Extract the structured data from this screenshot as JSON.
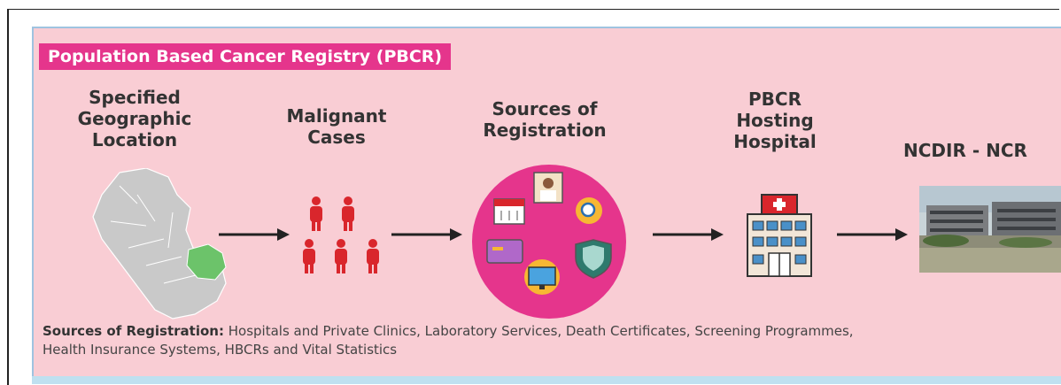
{
  "title": "Population Based Cancer Registry (PBCR)",
  "stages": [
    {
      "label_lines": [
        "Specified",
        "Geographic",
        "Location"
      ],
      "icon": "map-icon"
    },
    {
      "label_lines": [
        "Malignant",
        "Cases"
      ],
      "icon": "people-icon"
    },
    {
      "label_lines": [
        "Sources of",
        "Registration"
      ],
      "icon": "sources-circle-icon"
    },
    {
      "label_lines": [
        "PBCR",
        "Hosting",
        "Hospital"
      ],
      "icon": "hospital-icon"
    },
    {
      "label_lines": [
        "NCDIR - NCR"
      ],
      "icon": "building-photo"
    }
  ],
  "footnote": {
    "heading": "Sources of Registration:",
    "line1": "Hospitals and Private Clinics, Laboratory Services, Death Certificates, Screening Programmes,",
    "line2": "Health Insurance Systems, HBCRs and Vital Statistics"
  },
  "colors": {
    "background": "#f9cdd4",
    "title_bg": "#e5358c",
    "people": "#d9262c",
    "circle": "#e5358c",
    "map_gray": "#c9c9c9",
    "map_highlight": "#6cc36a"
  }
}
